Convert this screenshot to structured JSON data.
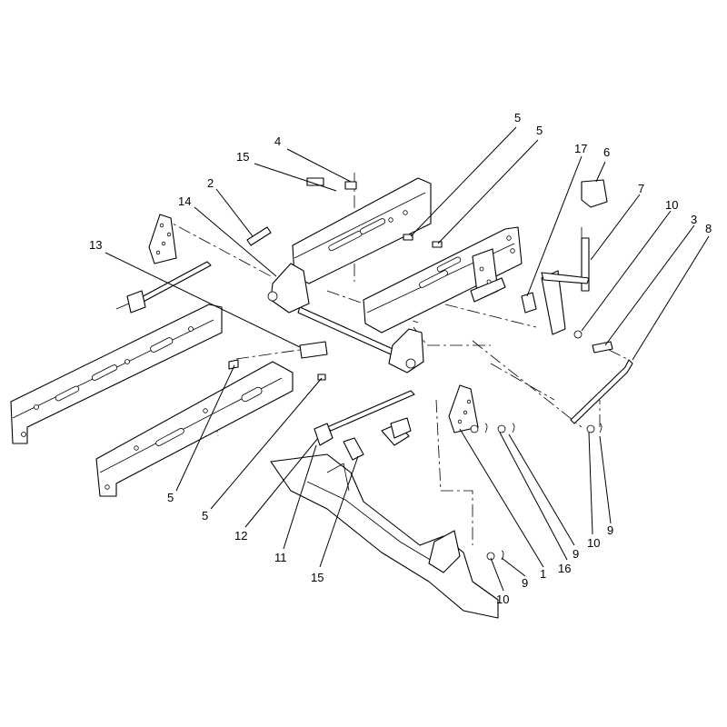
{
  "callouts": [
    {
      "label": "4"
    },
    {
      "label": "15"
    },
    {
      "label": "2"
    },
    {
      "label": "14"
    },
    {
      "label": "13"
    },
    {
      "label": "5"
    },
    {
      "label": "5"
    },
    {
      "label": "17"
    },
    {
      "label": "6"
    },
    {
      "label": "7"
    },
    {
      "label": "10"
    },
    {
      "label": "3"
    },
    {
      "label": "8"
    },
    {
      "label": "5"
    },
    {
      "label": "5"
    },
    {
      "label": "12"
    },
    {
      "label": "11"
    },
    {
      "label": "15"
    },
    {
      "label": "10"
    },
    {
      "label": "9"
    },
    {
      "label": "1"
    },
    {
      "label": "16"
    },
    {
      "label": "9"
    },
    {
      "label": "10"
    },
    {
      "label": "9"
    }
  ]
}
